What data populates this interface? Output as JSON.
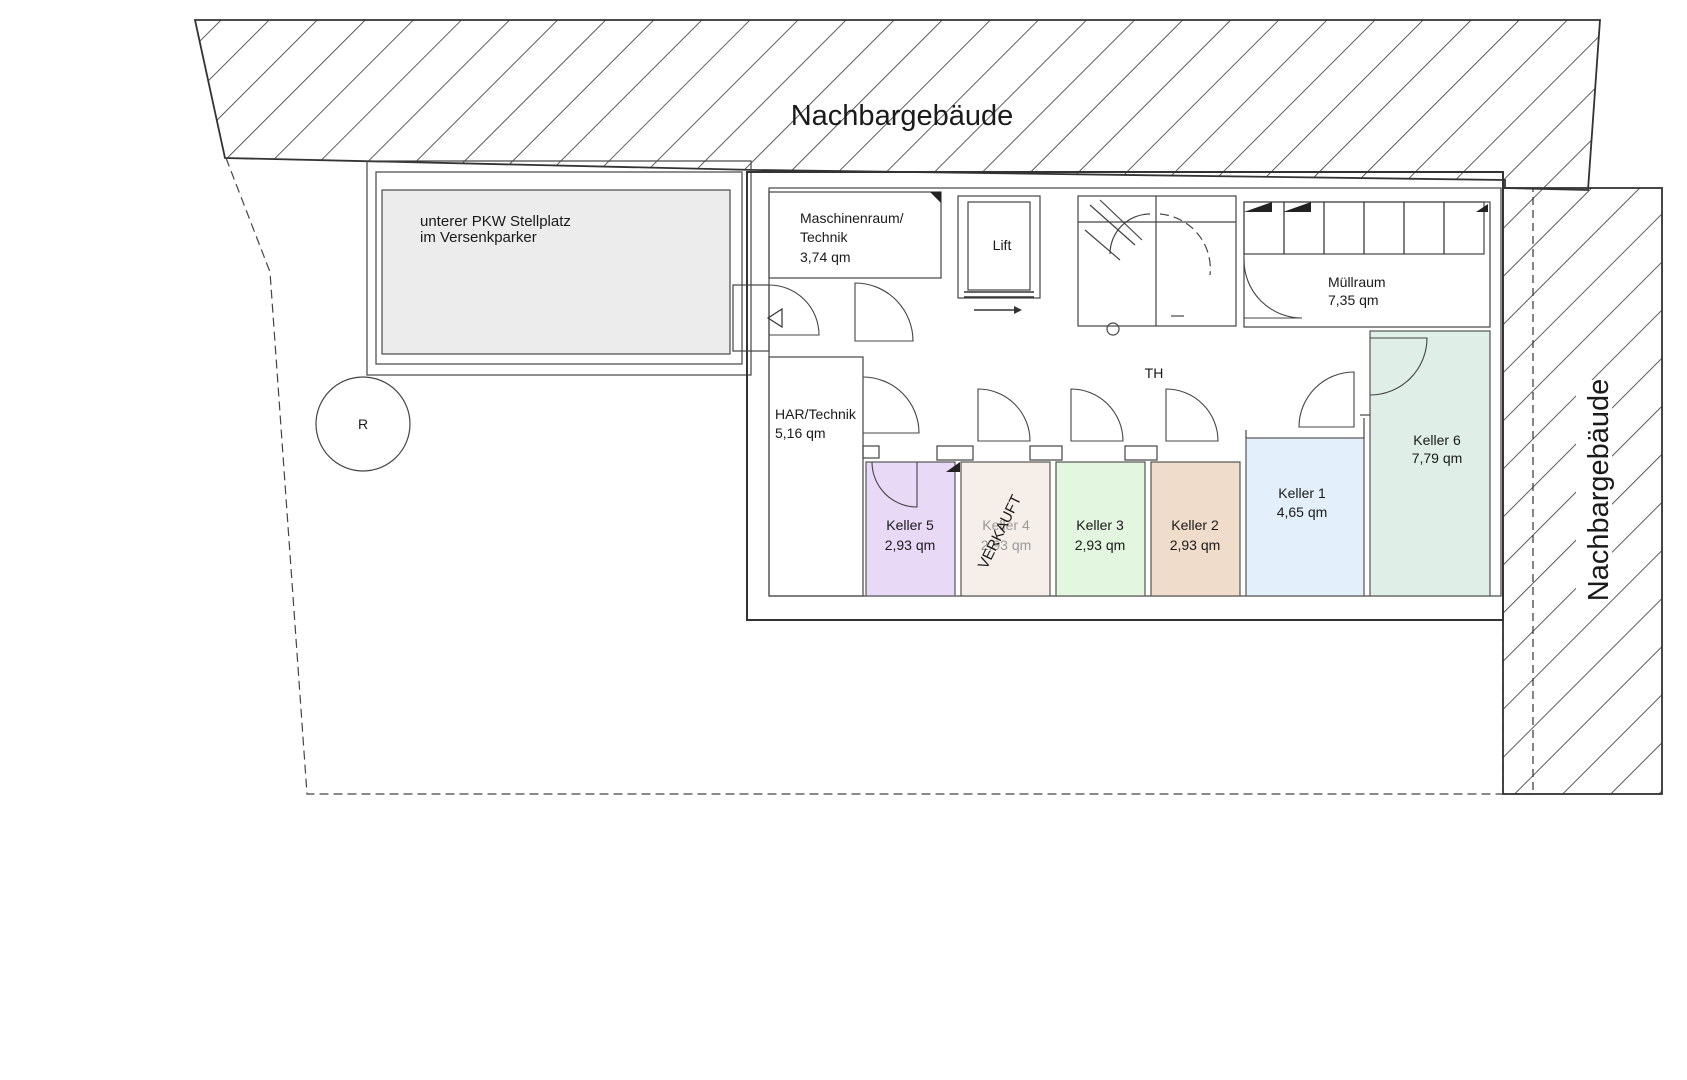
{
  "neighbors": {
    "top_label": "Nachbargebäude",
    "right_label": "Nachbargebäude"
  },
  "parking": {
    "line1": "unterer PKW Stellplatz",
    "line2": "im Versenkparker"
  },
  "r_marker": "R",
  "rooms": {
    "maschinenraum": {
      "line1": "Maschinenraum/",
      "line2": "Technik",
      "area": "3,74 qm"
    },
    "lift": {
      "name": "Lift"
    },
    "muellraum": {
      "name": "Müllraum",
      "area": "7,35 qm"
    },
    "th": {
      "name": "TH"
    },
    "har": {
      "name": "HAR/Technik",
      "area": "5,16 qm"
    },
    "keller5": {
      "name": "Keller 5",
      "area": "2,93 qm",
      "color": "#e8d9f7"
    },
    "keller4": {
      "name": "Keller 4",
      "area": "2,93 qm",
      "color": "#f6eee8",
      "sold_label": "VERKAUFT"
    },
    "keller3": {
      "name": "Keller 3",
      "area": "2,93 qm",
      "color": "#e3f6df"
    },
    "keller2": {
      "name": "Keller 2",
      "area": "2,93 qm",
      "color": "#efdcca"
    },
    "keller1": {
      "name": "Keller 1",
      "area": "4,65 qm",
      "color": "#e3f0fb"
    },
    "keller6": {
      "name": "Keller 6",
      "area": "7,79 qm",
      "color": "#dfeee6"
    }
  }
}
